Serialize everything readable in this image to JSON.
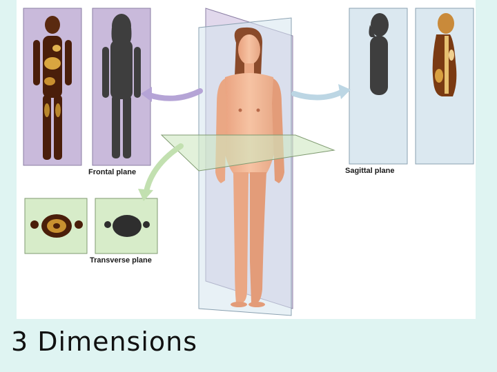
{
  "labels": {
    "frontal": "Frontal plane",
    "sagittal": "Sagittal plane",
    "transverse": "Transverse plane"
  },
  "caption": "3 Dimensions",
  "colors": {
    "frontal_panel": "#c9badb",
    "sagittal_panel": "#dbe8f0",
    "transverse_panel": "#d7ecc9",
    "slide_background": "#dff4f2",
    "skin": "#f3b592"
  }
}
